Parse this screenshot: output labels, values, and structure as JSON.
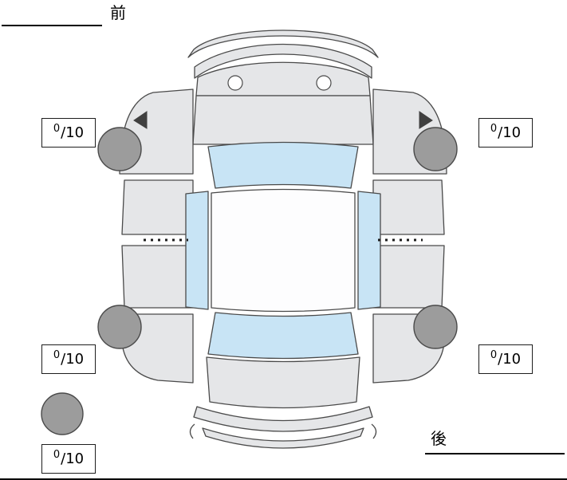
{
  "labels": {
    "front": "前",
    "rear": "後"
  },
  "tires": {
    "front_left": {
      "value": "0",
      "max": "/10"
    },
    "front_right": {
      "value": "0",
      "max": "/10"
    },
    "rear_left": {
      "value": "0",
      "max": "/10"
    },
    "rear_right": {
      "value": "0",
      "max": "/10"
    },
    "spare": {
      "value": "0",
      "max": "/10"
    }
  },
  "colors": {
    "body": "#e5e6e8",
    "window": "#c8e4f5",
    "tire": "#9c9c9c",
    "outline": "#4a4a4a"
  }
}
